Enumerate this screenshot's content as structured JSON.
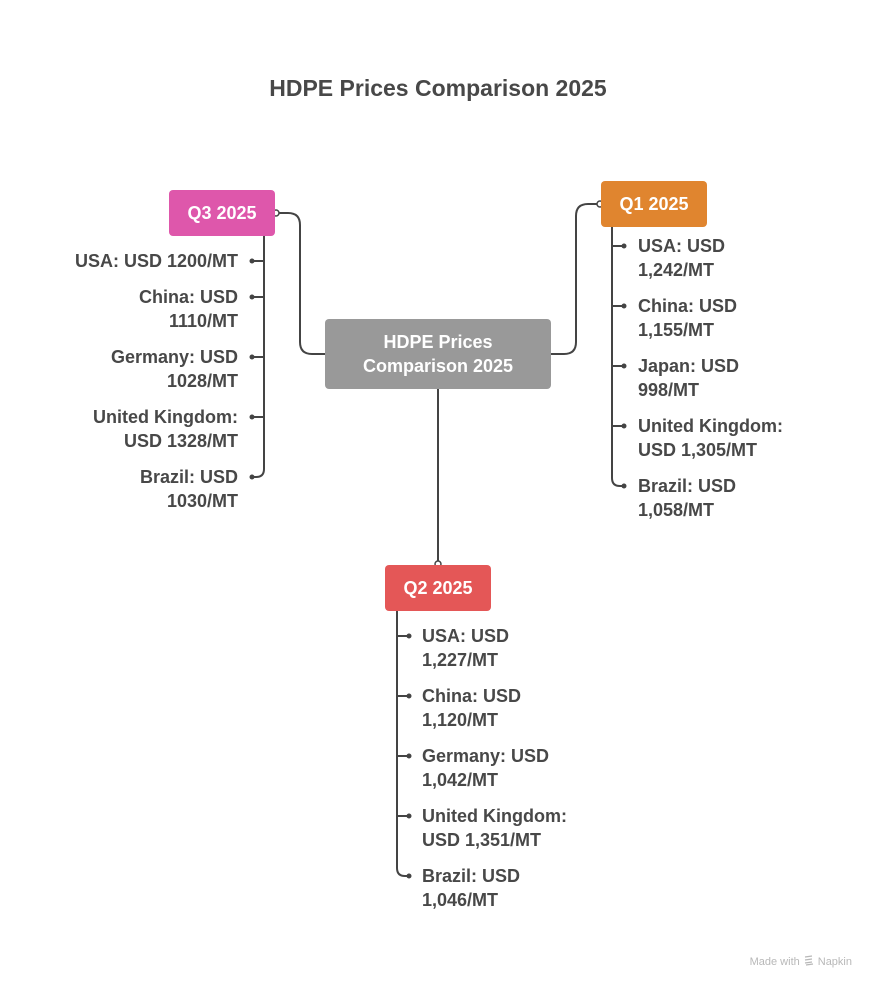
{
  "title": "HDPE Prices Comparison 2025",
  "center": {
    "line1": "HDPE Prices",
    "line2": "Comparison 2025",
    "color": "#999999"
  },
  "branches": {
    "q3": {
      "label": "Q3 2025",
      "color": "#de57ab",
      "items": [
        {
          "l1": "USA: USD 1200/MT",
          "l2": ""
        },
        {
          "l1": "China: USD",
          "l2": "1110/MT"
        },
        {
          "l1": "Germany: USD",
          "l2": "1028/MT"
        },
        {
          "l1": "United Kingdom:",
          "l2": "USD 1328/MT"
        },
        {
          "l1": "Brazil: USD",
          "l2": "1030/MT"
        }
      ]
    },
    "q1": {
      "label": "Q1 2025",
      "color": "#e0852f",
      "items": [
        {
          "l1": "USA: USD",
          "l2": "1,242/MT"
        },
        {
          "l1": "China: USD",
          "l2": "1,155/MT"
        },
        {
          "l1": "Japan: USD",
          "l2": "998/MT"
        },
        {
          "l1": "United Kingdom:",
          "l2": "USD 1,305/MT"
        },
        {
          "l1": "Brazil: USD",
          "l2": "1,058/MT"
        }
      ]
    },
    "q2": {
      "label": "Q2 2025",
      "color": "#e45757",
      "items": [
        {
          "l1": "USA: USD",
          "l2": "1,227/MT"
        },
        {
          "l1": "China: USD",
          "l2": "1,120/MT"
        },
        {
          "l1": "Germany: USD",
          "l2": "1,042/MT"
        },
        {
          "l1": "United Kingdom:",
          "l2": "USD 1,351/MT"
        },
        {
          "l1": "Brazil: USD",
          "l2": "1,046/MT"
        }
      ]
    }
  },
  "footer": {
    "made_with": "Made with",
    "brand": "Napkin"
  }
}
